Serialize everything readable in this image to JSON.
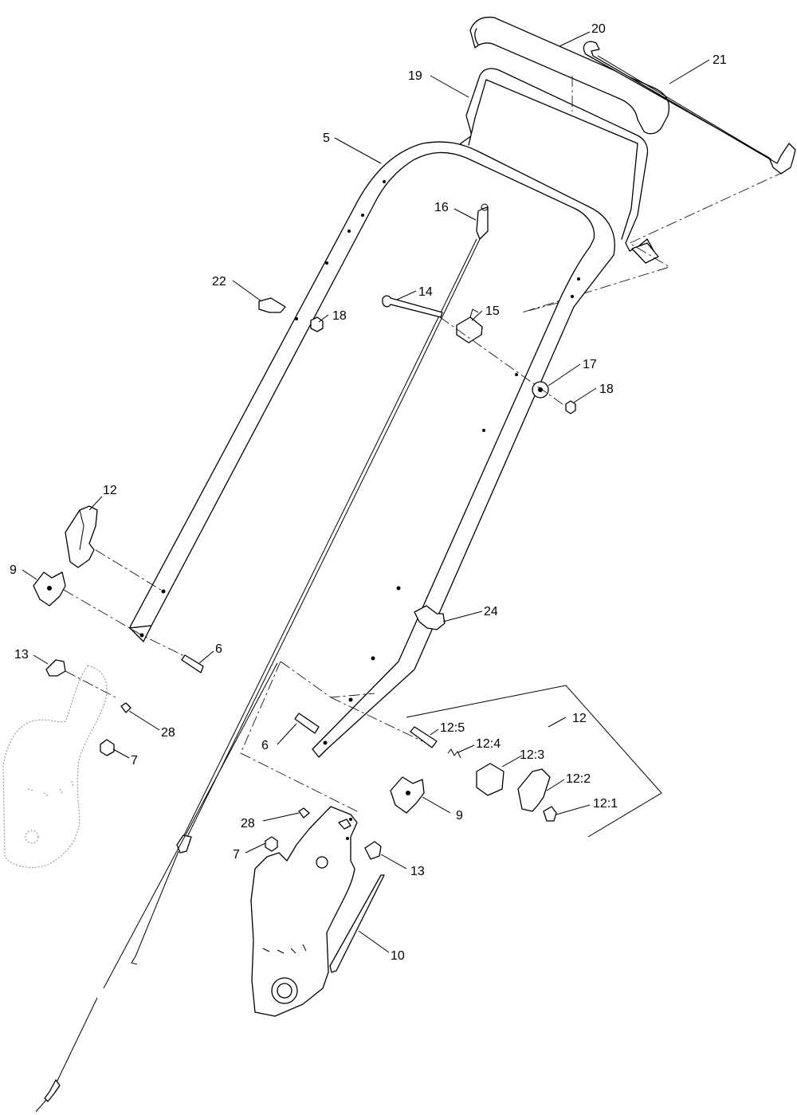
{
  "callouts": [
    {
      "id": "c20",
      "text": "20"
    },
    {
      "id": "c21",
      "text": "21"
    },
    {
      "id": "c19",
      "text": "19"
    },
    {
      "id": "c5",
      "text": "5"
    },
    {
      "id": "c16",
      "text": "16"
    },
    {
      "id": "c22",
      "text": "22"
    },
    {
      "id": "c14",
      "text": "14"
    },
    {
      "id": "c18a",
      "text": "18"
    },
    {
      "id": "c15",
      "text": "15"
    },
    {
      "id": "c17",
      "text": "17"
    },
    {
      "id": "c18b",
      "text": "18"
    },
    {
      "id": "c12a",
      "text": "12"
    },
    {
      "id": "c9a",
      "text": "9"
    },
    {
      "id": "c24",
      "text": "24"
    },
    {
      "id": "c6a",
      "text": "6"
    },
    {
      "id": "c13a",
      "text": "13"
    },
    {
      "id": "c28a",
      "text": "28"
    },
    {
      "id": "c7a",
      "text": "7"
    },
    {
      "id": "c12b",
      "text": "12"
    },
    {
      "id": "c125",
      "text": "12:5"
    },
    {
      "id": "c6b",
      "text": "6"
    },
    {
      "id": "c124",
      "text": "12:4"
    },
    {
      "id": "c123",
      "text": "12:3"
    },
    {
      "id": "c122",
      "text": "12:2"
    },
    {
      "id": "c9b",
      "text": "9"
    },
    {
      "id": "c121",
      "text": "12:1"
    },
    {
      "id": "c28b",
      "text": "28"
    },
    {
      "id": "c7b",
      "text": "7"
    },
    {
      "id": "c13b",
      "text": "13"
    },
    {
      "id": "c10",
      "text": "10"
    }
  ]
}
